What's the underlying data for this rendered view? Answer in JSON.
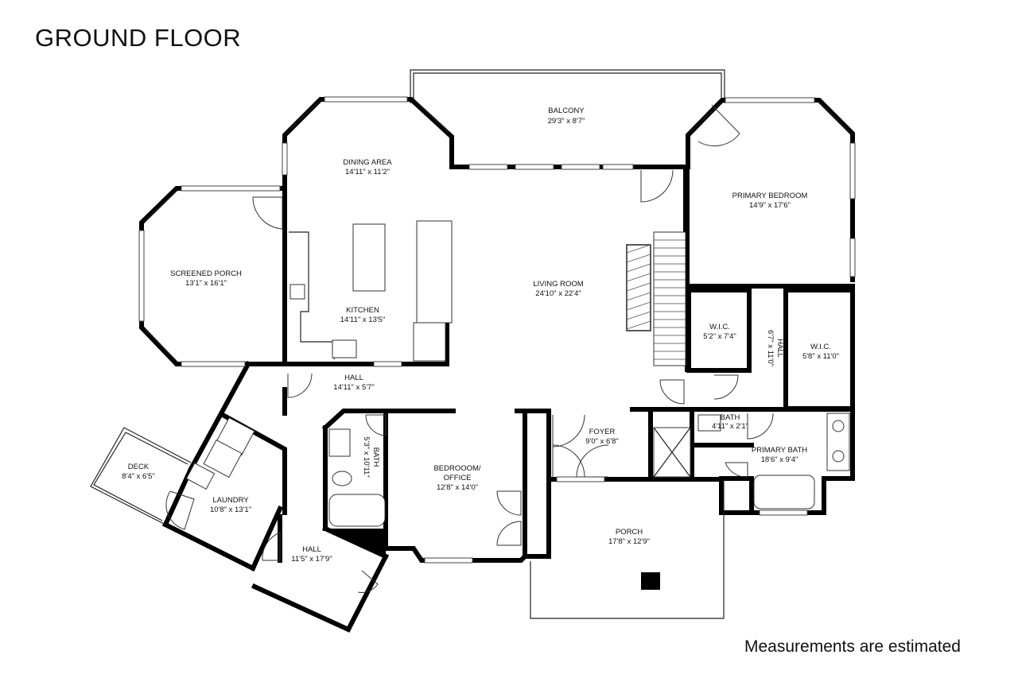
{
  "header": {
    "title": "GROUND FLOOR"
  },
  "footer": {
    "note": "Measurements are estimated"
  },
  "rooms": {
    "balcony": {
      "name": "BALCONY",
      "dims": "29'3\" x 8'7\""
    },
    "dining": {
      "name": "DINING AREA",
      "dims": "14'11\" x 11'2\""
    },
    "primary_bedroom": {
      "name": "PRIMARY BEDROOM",
      "dims": "14'9\" x 17'6\""
    },
    "screened_porch": {
      "name": "SCREENED PORCH",
      "dims": "13'1\" x 16'1\""
    },
    "living": {
      "name": "LIVING ROOM",
      "dims": "24'10\" x 22'4\""
    },
    "kitchen": {
      "name": "KITCHEN",
      "dims": "14'11\" x 13'5\""
    },
    "wic1": {
      "name": "W.I.C.",
      "dims": "5'2\" x 7'4\""
    },
    "hall_vert": {
      "name": "HALL",
      "dims": "6'7\" x 11'0\""
    },
    "wic2": {
      "name": "W.I.C.",
      "dims": "5'8\" x 11'0\""
    },
    "hall_main": {
      "name": "HALL",
      "dims": "14'11\" x 5'7\""
    },
    "bath_small": {
      "name": "BATH",
      "dims": "4'11\" x 2'1\""
    },
    "foyer": {
      "name": "FOYER",
      "dims": "9'0\" x 6'8\""
    },
    "bath_side": {
      "name": "BATH",
      "dims": "5'3\" x 10'11\""
    },
    "primary_bath": {
      "name": "PRIMARY BATH",
      "dims": "18'6\" x 9'4\""
    },
    "deck": {
      "name": "DECK",
      "dims": "8'4\" x 6'5\""
    },
    "bedroom_office": {
      "name1": "BEDROOOM/",
      "name2": "OFFICE",
      "dims": "12'8\" x 14'0\""
    },
    "laundry": {
      "name": "LAUNDRY",
      "dims": "10'8\" x 13'1\""
    },
    "porch": {
      "name": "PORCH",
      "dims": "17'8\" x 12'9\""
    },
    "hall_lower": {
      "name": "HALL",
      "dims": "11'5\" x 17'9\""
    }
  }
}
